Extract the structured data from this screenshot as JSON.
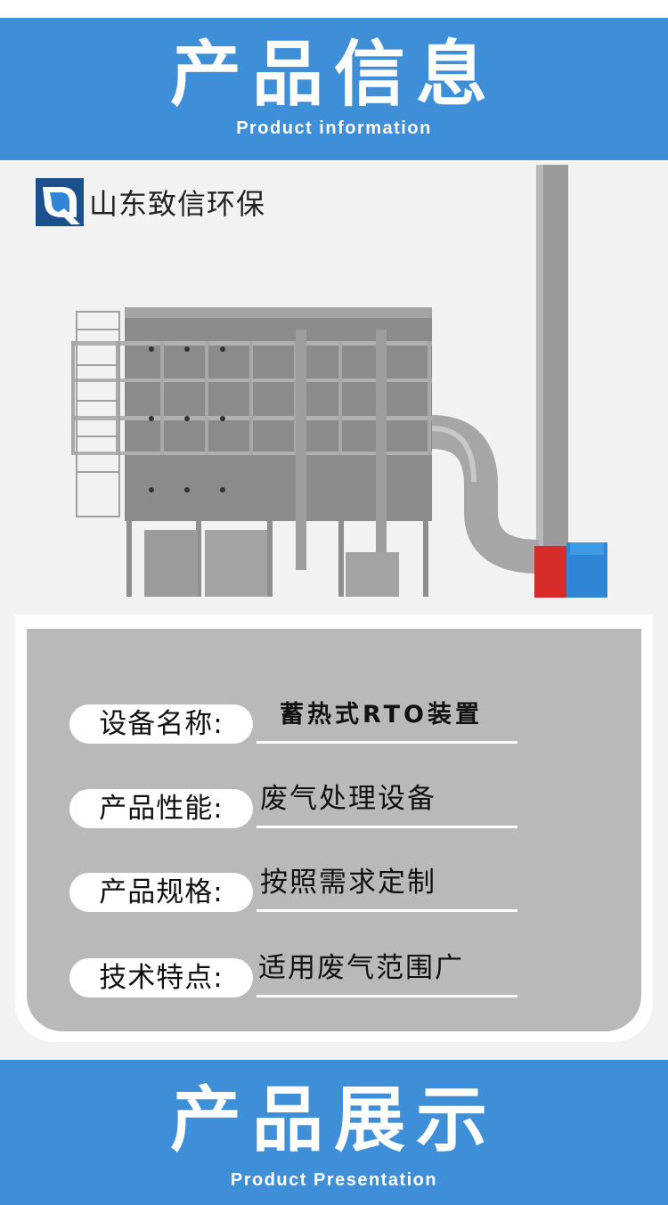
{
  "header": {
    "title": "产品信息",
    "subtitle": "Product information"
  },
  "logo": {
    "company_name": "山东致信环保",
    "icon": "company-logo-icon"
  },
  "product_image": {
    "icon": "rto-equipment-illustration"
  },
  "info": {
    "rows": [
      {
        "label": "设备名称:",
        "value": "蓄热式RTO装置"
      },
      {
        "label": "产品性能:",
        "value": "废气处理设备"
      },
      {
        "label": "产品规格:",
        "value": "按照需求定制"
      },
      {
        "label": "技术特点:",
        "value": "适用废气范围广"
      }
    ]
  },
  "footer": {
    "title": "产品展示",
    "subtitle": "Product Presentation"
  },
  "colors": {
    "banner": "#3f8fd8",
    "card": "#b9b9b9",
    "fan_red": "#d62b2b",
    "fan_blue": "#2f86d6"
  }
}
